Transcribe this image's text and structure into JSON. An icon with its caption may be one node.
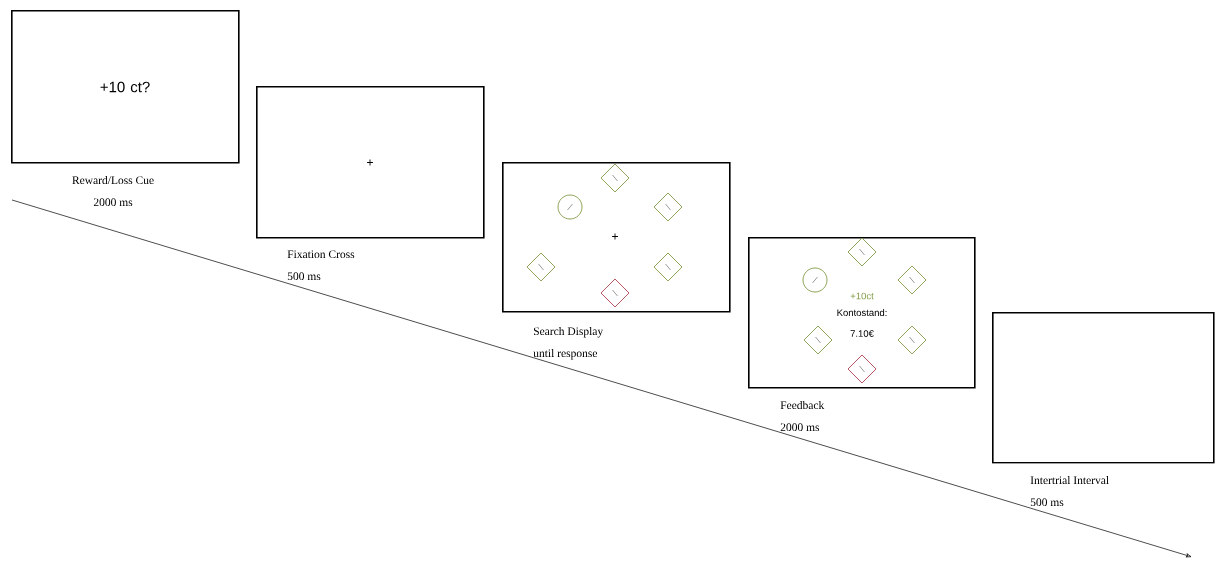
{
  "diagram": {
    "nodes": [
      {
        "text": [
          "+10 ct?"
        ],
        "beside": [
          "Reward/Loss Cue",
          "2000 ms"
        ]
      },
      {
        "text": [
          "+"
        ],
        "beside": [
          "Fixation Cross",
          "500 ms"
        ]
      },
      {
        "text": [
          "+"
        ],
        "beside": [
          "Search Display",
          "until response"
        ]
      },
      {
        "text": [
          "+10ct",
          "Kontostand: 7.10€"
        ],
        "beside": [
          "Feedback",
          "2000 ms"
        ]
      },
      {
        "text": [],
        "shape": "box",
        "beside": [
          "Intertrial Interval",
          "500 ms"
        ]
      }
    ]
  }
}
